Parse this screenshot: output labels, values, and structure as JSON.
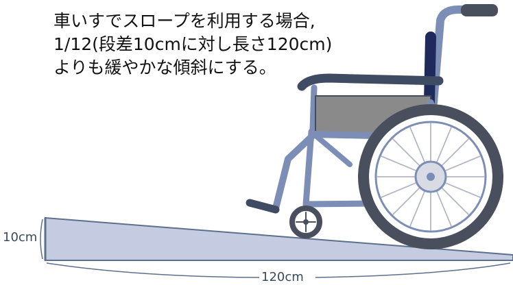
{
  "caption": {
    "line1": "車いすでスロープを利用する場合,",
    "line2": "1/12(段差10cmに対し長さ120cm)",
    "line3": "よりも緩やかな傾斜にする。"
  },
  "dimensions": {
    "height_label": "10cm",
    "length_label": "120cm"
  },
  "colors": {
    "ramp_fill": "#c5cbe0",
    "ramp_stroke": "#5c6f8c",
    "frame": "#7c8eb6",
    "frame_dark": "#3f4a63",
    "tire": "#4a4f5e",
    "seat": "#8a8a8a",
    "grip": "#1e2a5a",
    "dimension_line": "#5c6f8c"
  },
  "illustration": {
    "object": "wheelchair-icon",
    "surface": "ramp"
  }
}
